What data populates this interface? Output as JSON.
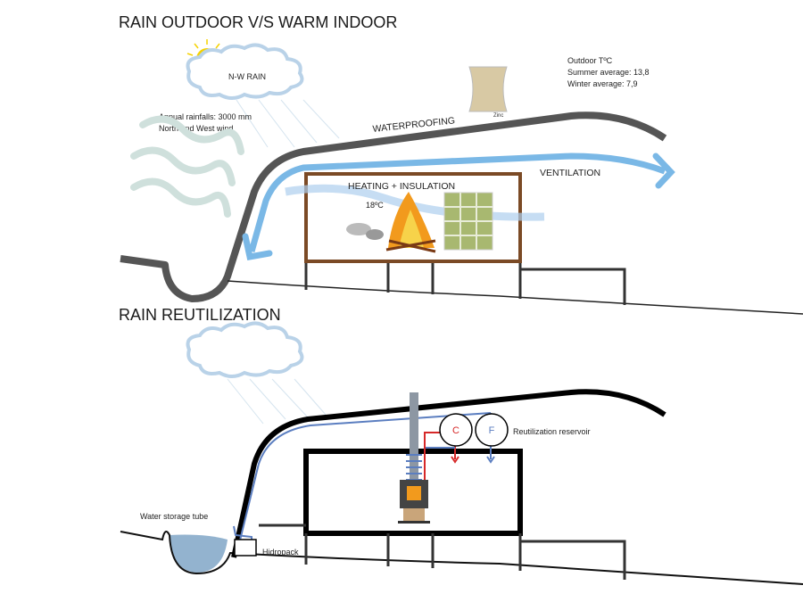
{
  "top": {
    "title": "RAIN OUTDOOR V/S  WARM INDOOR",
    "cloud_label": "N-W RAIN",
    "rain_info": [
      "Annual rainfalls: 3000 mm",
      "North and  West wind"
    ],
    "waterproofing": "WATERPROOFING",
    "zinc": "Zinc",
    "outdoor": [
      "Outdoor TºC",
      "Summer average: 13,8",
      "Winter average: 7,9"
    ],
    "ventilation": "VENTILATION",
    "heating": "HEATING + INSULATION",
    "temperature": "18ºC"
  },
  "bottom": {
    "title": "RAIN REUTILIZATION",
    "hot_tank": "C",
    "cold_tank": "F",
    "reservoir": "Reutilization reservoir",
    "storage": "Water storage tube",
    "hidropack": "Hidropack"
  },
  "colors": {
    "roof_top": "#555555",
    "ventilation": "#7ab8e6",
    "insulation_box": "#7b4a25",
    "pipe_blue": "#5b7ec0",
    "pipe_red": "#d62828",
    "water": "#93b3cf"
  }
}
